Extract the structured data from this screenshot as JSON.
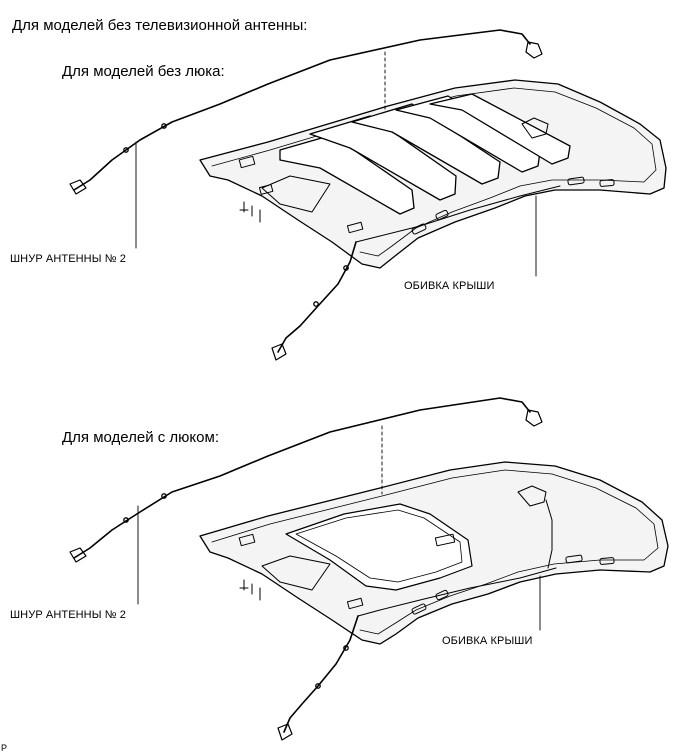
{
  "headings": {
    "main": "Для моделей без телевизионной антенны:",
    "no_sunroof": "Для моделей без люка:",
    "with_sunroof": "Для моделей с люком:"
  },
  "labels": {
    "cord_upper": "ШНУР АНТЕННЫ № 2",
    "headliner_upper": "ОБИВКА КРЫШИ",
    "cord_lower": "ШНУР АНТЕННЫ № 2",
    "headliner_lower": "ОБИВКА КРЫШИ"
  },
  "footer": {
    "code": "P"
  },
  "colors": {
    "line": "#000000",
    "panel_fill": "#f4f4f4",
    "background": "#ffffff"
  }
}
